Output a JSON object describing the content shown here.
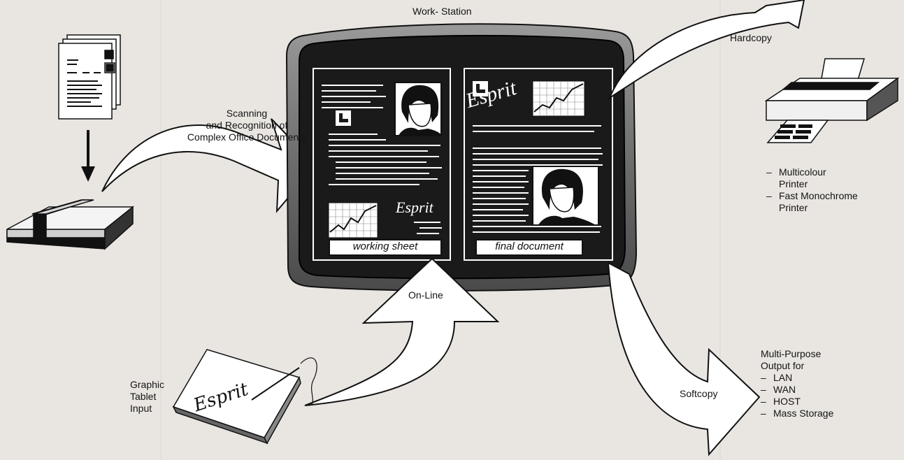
{
  "workstation": {
    "title": "Work- Station",
    "left_page_caption": "working sheet",
    "right_page_caption": "final document",
    "logo_text": "Esprit"
  },
  "input": {
    "scanning_label": [
      "Scanning",
      "and Recognition of",
      "Complex Office Documents"
    ],
    "online_label": "On-Line",
    "tablet_label": [
      "Graphic",
      "Tablet",
      "Input"
    ],
    "tablet_signature": "Esprit"
  },
  "output": {
    "hardcopy_label": "Hardcopy",
    "printer_list": [
      "Multicolour Printer",
      "Fast Monochrome Printer"
    ],
    "softcopy_label": "Softcopy",
    "multipurpose_title": [
      "Multi-Purpose",
      "Output for"
    ],
    "multipurpose_list": [
      "LAN",
      "WAN",
      "HOST",
      "Mass Storage"
    ]
  },
  "colors": {
    "background": "#e9e6e2",
    "screen": "#1a1a1a",
    "ink": "#141414",
    "arrow_fill": "#ffffff"
  }
}
